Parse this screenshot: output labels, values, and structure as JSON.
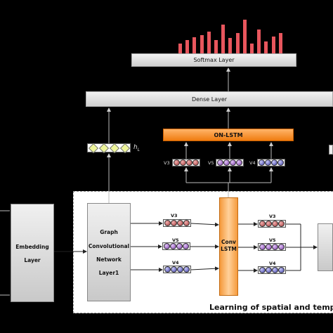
{
  "softmax": {
    "label": "Softmax Layer"
  },
  "dense": {
    "label": "Dense Layer"
  },
  "onlstm": {
    "label": "ON-LSTM"
  },
  "hl": {
    "label": "h",
    "sub": "L"
  },
  "embedding": {
    "line1": "Embedding",
    "line2": "Layer"
  },
  "gcn": {
    "line1": "Graph",
    "line2": "Convolutional",
    "line3": "Network",
    "line4": "Layer1"
  },
  "convlstm": {
    "line1": "Conv",
    "line2": "LSTM"
  },
  "panel": {
    "label": "Learning of spatial and tempo"
  },
  "top_vectors": [
    "V3",
    "V5",
    "V4"
  ],
  "mid_vectors": [
    "V3",
    "V5",
    "V4"
  ],
  "right_vectors": [
    "V3",
    "V5",
    "V4"
  ],
  "softmax_bars": [
    0.3,
    0.4,
    0.48,
    0.55,
    0.65,
    0.4,
    0.85,
    0.45,
    0.6,
    1.0,
    0.3,
    0.7,
    0.35,
    0.5,
    0.6
  ],
  "colors": {
    "bar": "#e8565d",
    "orange": "#f07c10",
    "red_node": "#a13a3a",
    "purple_node": "#7a3aa8",
    "blue_node": "#3d3da6"
  }
}
